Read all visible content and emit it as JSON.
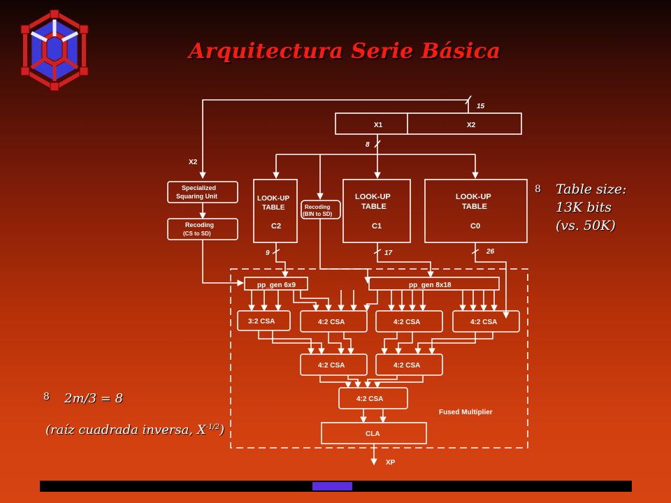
{
  "slide": {
    "title": "Arquitectura Serie Básica",
    "bullet_right": {
      "glyph": "8",
      "lines": [
        "Table size:",
        "13K bits",
        "(vs. 50K)"
      ]
    },
    "bullet_left": {
      "glyph": "8",
      "text": "2m/3 = 8"
    },
    "note": {
      "prefix": "(raíz cuadrada inversa, X",
      "exponent": "-1/2",
      "suffix": ")"
    }
  },
  "logo": {
    "name": "cube-lattice-logo",
    "colors": {
      "face": "#3a3ad8",
      "edge": "#d02020",
      "highlight": "#e8e8ff"
    }
  },
  "diagram": {
    "x1": "X1",
    "x2": "X2",
    "input_x2": "X2",
    "bus_15": "15",
    "bus_8": "8",
    "bus_9": "9",
    "bus_17": "17",
    "bus_26": "26",
    "squaring_unit": [
      "Specialized",
      "Squaring  Unit"
    ],
    "recoding_cs": [
      "Recoding",
      "(CS to SD)"
    ],
    "recoding_bin": [
      "Recoding",
      "(BIN to SD)"
    ],
    "lut_c2": [
      "LOOK-UP",
      "TABLE",
      "C2"
    ],
    "lut_c1": [
      "LOOK-UP",
      "TABLE",
      "C1"
    ],
    "lut_c0": [
      "LOOK-UP",
      "TABLE",
      "C0"
    ],
    "pp_gen_a": "pp_gen 6x9",
    "pp_gen_b": "pp_gen 8x18",
    "csa_32": "3:2  CSA",
    "csa_42": "4:2  CSA",
    "fused": "Fused  Multiplier",
    "cla": "CLA",
    "output": "XP"
  },
  "colors": {
    "title": "#ff1a10",
    "accent_bar": "#5a2ee0",
    "line": "#ffffff"
  }
}
